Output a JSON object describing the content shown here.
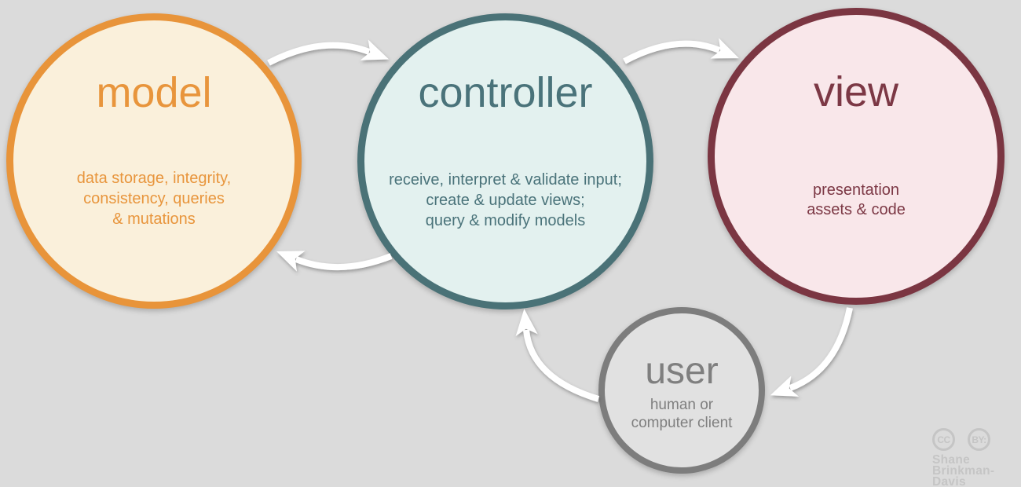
{
  "canvas": {
    "background_color": "#dbdbdb",
    "arrow_color": "#ffffff"
  },
  "nodes": [
    {
      "id": "model",
      "title": "model",
      "description": "data storage, integrity,\nconsistency, queries\n& mutations",
      "border_color": "#e8943a",
      "fill_color": "#faf0db",
      "text_color": "#e8953c"
    },
    {
      "id": "controller",
      "title": "controller",
      "description": "receive, interpret & validate input;\ncreate & update views;\nquery & modify models",
      "border_color": "#4a7277",
      "fill_color": "#e3f1ef",
      "text_color": "#4a737a"
    },
    {
      "id": "view",
      "title": "view",
      "description": "presentation\nassets & code",
      "border_color": "#7b3642",
      "fill_color": "#f9e7ea",
      "text_color": "#7c3845"
    },
    {
      "id": "user",
      "title": "user",
      "description": "human or\ncomputer client",
      "border_color": "#7d7d7d",
      "fill_color": "#e1e1e1",
      "text_color": "#7f7f7f"
    }
  ],
  "arrows": [
    {
      "name": "model-to-controller",
      "from": "model",
      "to": "controller"
    },
    {
      "name": "controller-to-view",
      "from": "controller",
      "to": "view"
    },
    {
      "name": "controller-to-model",
      "from": "controller",
      "to": "model"
    },
    {
      "name": "user-to-controller",
      "from": "user",
      "to": "controller"
    },
    {
      "name": "view-to-user",
      "from": "view",
      "to": "user"
    }
  ],
  "license": {
    "cc_badge": "CC",
    "by_badge": "BY:",
    "attribution_lines": [
      "Shane",
      "Brinkman-Davis"
    ]
  }
}
